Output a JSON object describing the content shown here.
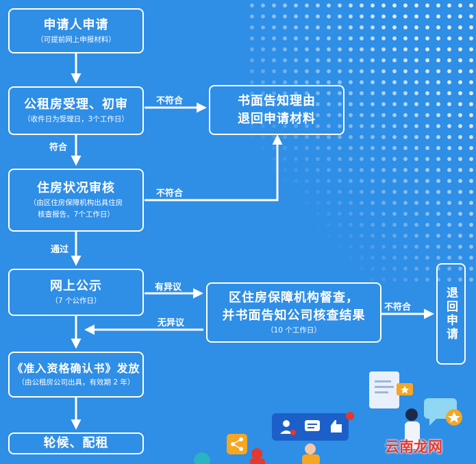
{
  "nodes": {
    "apply": {
      "title": "申请人申请",
      "note": "（可提前网上申报材料）"
    },
    "accept": {
      "title": "公租房受理、初审",
      "note": "（收件日为受理日，3个工作日）"
    },
    "housing": {
      "title": "住房状况审核",
      "note1": "（由区住房保障机构出具住房",
      "note2": "核查报告，7个工作日）"
    },
    "public": {
      "title": "网上公示",
      "note": "（7 个公作日）"
    },
    "certificate": {
      "title": "《准入资格确认书》发放",
      "note": "（由公租房公司出具，有效期 2 年）"
    },
    "rotation": {
      "title": "轮候、配租"
    },
    "reject": {
      "line1": "书面告知理由",
      "line2": "退回申请材料"
    },
    "supervise": {
      "line1": "区住房保障机构督查，",
      "line2": "并书面告知公司核查结果",
      "note": "（10 个工作日）"
    },
    "return": {
      "title": "退回申请"
    }
  },
  "edges": {
    "not_meet_1": "不符合",
    "meet": "符合",
    "not_meet_2": "不符合",
    "passed": "通过",
    "has_objection": "有异议",
    "no_objection": "无异议",
    "not_meet_3": "不符合"
  },
  "watermark": "云南龙网",
  "colors": {
    "background": "#2f8ee6",
    "line": "#ffffff",
    "watermark": "#e8372c"
  }
}
